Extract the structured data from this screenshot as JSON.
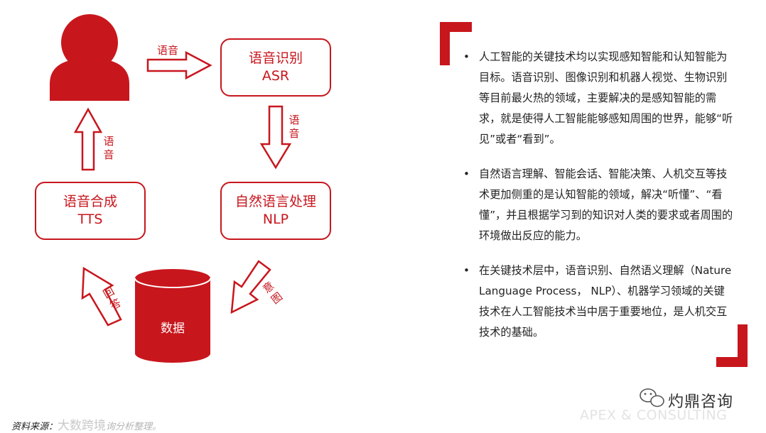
{
  "diagram": {
    "nodes": {
      "asr": {
        "title": "语音识别",
        "subtitle": "ASR"
      },
      "nlp": {
        "title": "自然语言处理",
        "subtitle": "NLP"
      },
      "tts": {
        "title": "语音合成",
        "subtitle": "TTS"
      },
      "database": {
        "label": "数据"
      }
    },
    "arrows": {
      "user_to_asr": "语音",
      "asr_to_nlp": "语音",
      "nlp_to_db": "意图",
      "db_to_tts": "回答",
      "tts_to_user": "语音"
    }
  },
  "bullets": [
    "人工智能的关键技术均以实现感知智能和认知智能为目标。语音识别、图像识别和机器人视觉、生物识别等目前最火热的领域，主要解决的是感知智能的需求，就是使得人工智能能够感知周围的世界，能够“听见”或者“看到”。",
    "自然语言理解、智能会话、智能决策、人机交互等技术更加侧重的是认知智能的领域，解决“听懂”、“看懂”，并且根据学习到的知识对人类的要求或者周围的环境做出反应的能力。",
    "在关键技术层中，语音识别、自然语义理解（Nature Language Process， NLP）、机器学习领域的关键技术在人工智能技术当中居于重要地位，是人机交互技术的基础。"
  ],
  "bullet_marker": "•",
  "footer": {
    "source_label": "资料来源：",
    "source_text": "大数跨境",
    "source_tail": "询分析整理。",
    "brand_cn": "灼鼎咨询",
    "brand_en": "APEX & CONSULTING"
  },
  "colors": {
    "accent": "#c8161d"
  }
}
